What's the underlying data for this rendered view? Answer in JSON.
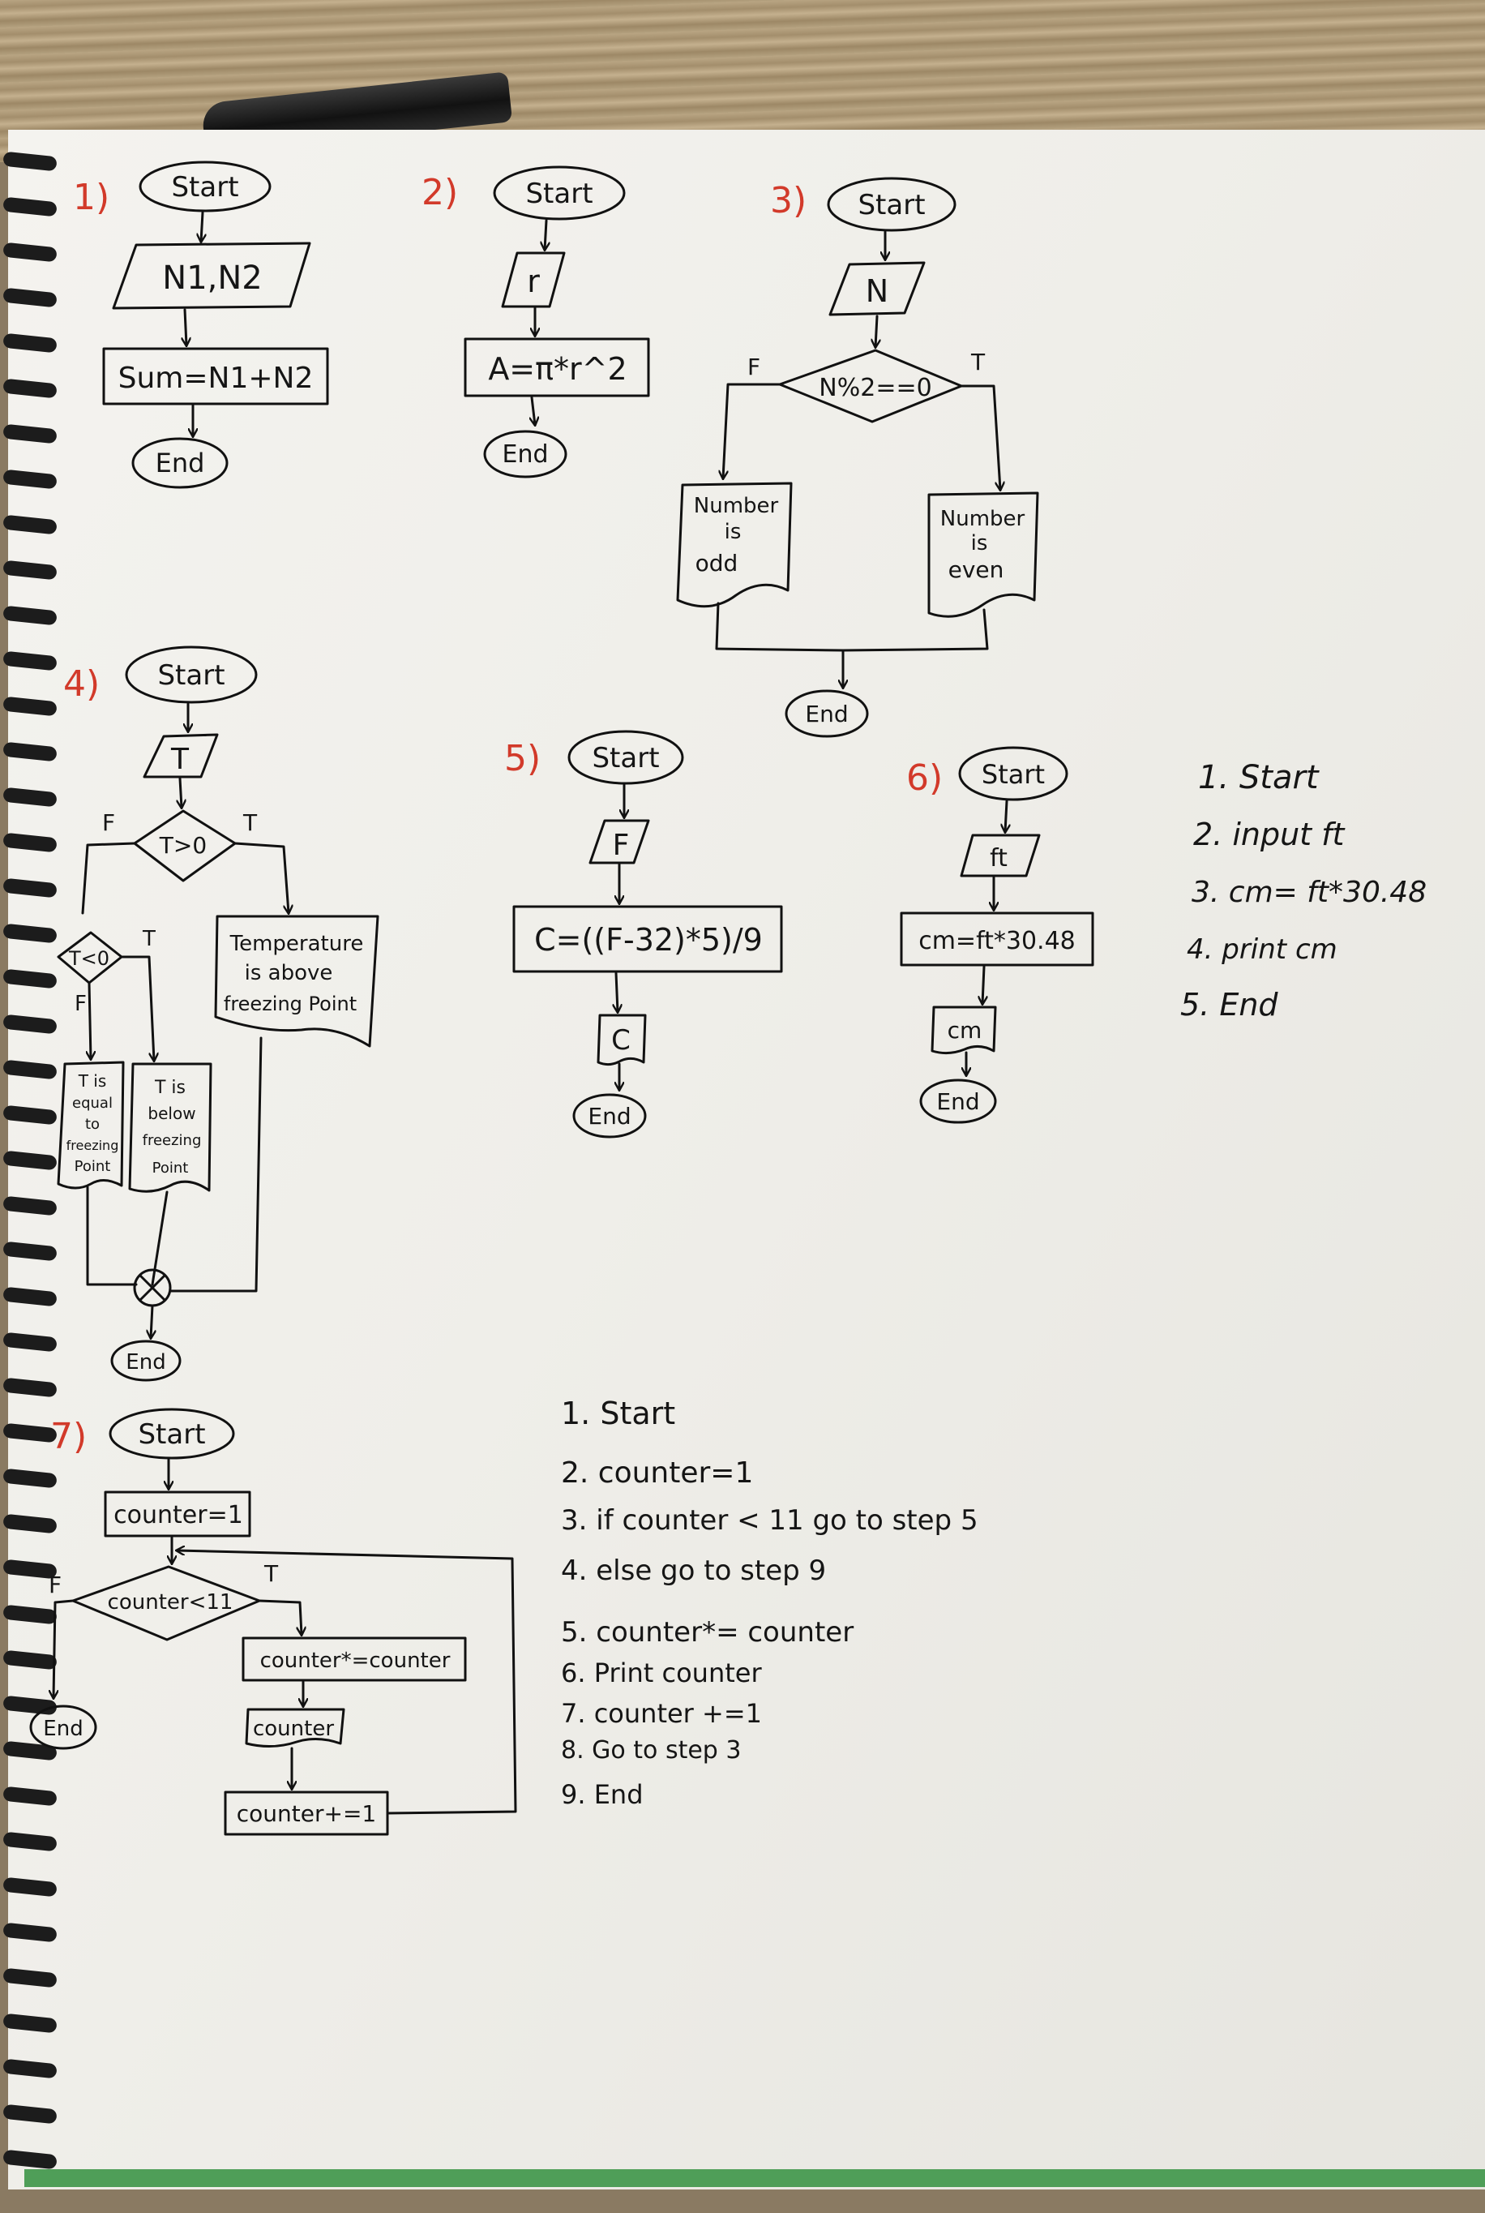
{
  "labels": {
    "n1": "1)",
    "n2": "2)",
    "n3": "3)",
    "n4": "4)",
    "n5": "5)",
    "n6": "6)",
    "n7": "7)"
  },
  "fc1": {
    "start": "Start",
    "input": "N1,N2",
    "process": "Sum=N1+N2",
    "end": "End"
  },
  "fc2": {
    "start": "Start",
    "input": "r",
    "process": "A=π*r^2",
    "end": "End"
  },
  "fc3": {
    "start": "Start",
    "input": "N",
    "decision": "N%2==0",
    "false_label": "F",
    "true_label": "T",
    "odd_l1": "Number",
    "odd_l2": "is",
    "odd_l3": "odd",
    "even_l1": "Number",
    "even_l2": "is",
    "even_l3": "even",
    "end": "End"
  },
  "fc4": {
    "start": "Start",
    "input": "T",
    "decision1": "T>0",
    "f1": "F",
    "t1": "T",
    "above_l1": "Temperature",
    "above_l2": "is above",
    "above_l3": "freezing Point",
    "decision2": "T<0",
    "f2": "F",
    "t2": "T",
    "equal_l1": "T is",
    "equal_l2": "equal",
    "equal_l3": "to",
    "equal_l4": "freezing",
    "equal_l5": "Point",
    "below_l1": "T is",
    "below_l2": "below",
    "below_l3": "freezing",
    "below_l4": "Point",
    "end": "End"
  },
  "fc5": {
    "start": "Start",
    "input": "F",
    "process": "C=((F-32)*5)/9",
    "output": "C",
    "end": "End"
  },
  "fc6": {
    "start": "Start",
    "input": "ft",
    "process": "cm=ft*30.48",
    "output": "cm",
    "end": "End"
  },
  "steps6": [
    "1. Start",
    "2. input ft",
    "3. cm= ft*30.48",
    "4. print cm",
    "5. End"
  ],
  "fc7": {
    "start": "Start",
    "init": "counter=1",
    "decision": "counter<11",
    "f": "F",
    "t": "T",
    "process": "counter*=counter",
    "output": "counter",
    "increment": "counter+=1",
    "end": "End"
  },
  "steps7": [
    "1. Start",
    "2. counter=1",
    "3. if counter < 11 go to step 5",
    "4. else go to step 9",
    "5. counter*= counter",
    "6. Print counter",
    "7. counter +=1",
    "8. Go to step 3",
    "9. End"
  ]
}
